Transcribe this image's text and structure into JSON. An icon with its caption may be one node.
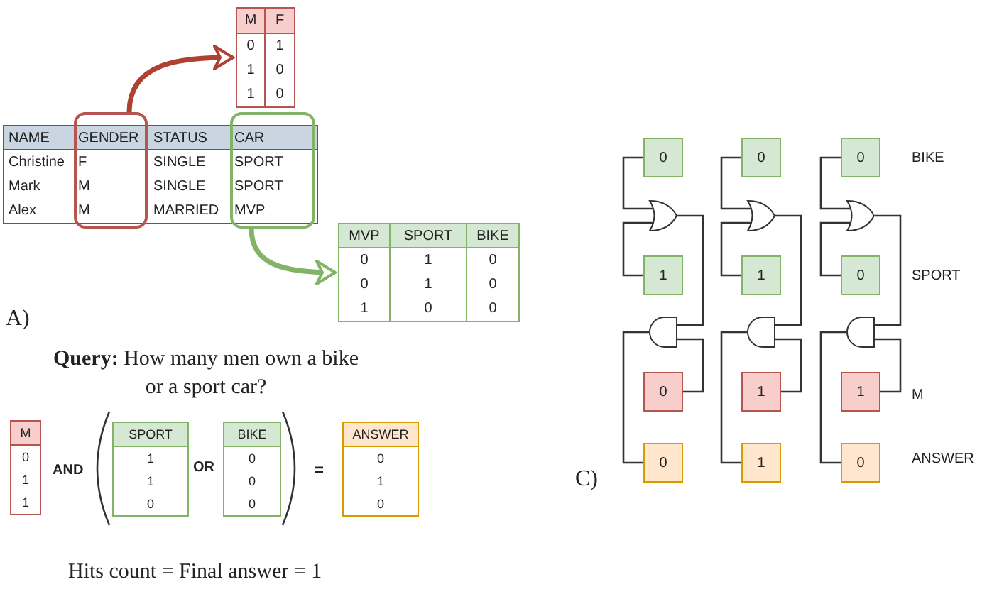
{
  "diagram": {
    "nodes": [
      {
        "text": [
          "M",
          "F",
          "0",
          "1",
          "1",
          "0",
          "1",
          "0"
        ]
      },
      {
        "text": [
          "NAME",
          "STATUS",
          "Christine",
          "SINGLE",
          "Mark",
          "SINGLE",
          "Alex",
          "MARRIED"
        ]
      },
      {
        "text": [
          "GENDER",
          "F",
          "M",
          "M"
        ]
      },
      {
        "text": [
          "CAR",
          "SPORT",
          "SPORT",
          "MVP"
        ]
      },
      {
        "text": [
          "MVP",
          "SPORT",
          "BIKE",
          "0",
          "1",
          "0",
          "0",
          "1",
          "0",
          "1",
          "0",
          "0"
        ]
      },
      {
        "text": [
          "M",
          "0",
          "1",
          "1"
        ]
      },
      {
        "text": [
          "SPORT",
          "1",
          "1",
          "0"
        ]
      },
      {
        "text": [
          "BIKE",
          "0",
          "0",
          "0"
        ]
      },
      {
        "text": [
          "ANSWER",
          "0",
          "1",
          "0"
        ]
      },
      {
        "text": [
          "0"
        ]
      },
      {
        "text": [],
        "shape": "or-gate"
      },
      {
        "text": [
          "1"
        ]
      },
      {
        "text": [],
        "shape": "and-gate"
      },
      {
        "text": [
          "0"
        ]
      },
      {
        "text": [
          "0"
        ]
      },
      {
        "text": [
          "0"
        ]
      },
      {
        "text": [],
        "shape": "or-gate"
      },
      {
        "text": [
          "1"
        ]
      },
      {
        "text": [],
        "shape": "and-gate"
      },
      {
        "text": [
          "1"
        ]
      },
      {
        "text": [
          "1"
        ]
      },
      {
        "text": [
          "0"
        ]
      },
      {
        "text": [],
        "shape": "or-gate"
      },
      {
        "text": [
          "0"
        ]
      },
      {
        "text": [],
        "shape": "and-gate"
      },
      {
        "text": [
          "1"
        ]
      },
      {
        "text": [
          "0"
        ]
      }
    ],
    "edges": [
      {
        "from": 2,
        "to": 0,
        "arrow": "to",
        "style": "thick",
        "color": "#ae4132"
      },
      {
        "from": 3,
        "to": 4,
        "arrow": "to",
        "style": "thick",
        "color": "#82b366"
      },
      {
        "from": 9,
        "to": 10,
        "arrow": "none"
      },
      {
        "from": 11,
        "to": 10,
        "arrow": "none"
      },
      {
        "from": 10,
        "to": 12,
        "arrow": "none"
      },
      {
        "from": 13,
        "to": 12,
        "arrow": "none"
      },
      {
        "from": 12,
        "to": 14,
        "arrow": "none"
      },
      {
        "from": 15,
        "to": 16,
        "arrow": "none"
      },
      {
        "from": 17,
        "to": 16,
        "arrow": "none"
      },
      {
        "from": 16,
        "to": 18,
        "arrow": "none"
      },
      {
        "from": 19,
        "to": 18,
        "arrow": "none"
      },
      {
        "from": 18,
        "to": 20,
        "arrow": "none"
      },
      {
        "from": 21,
        "to": 22,
        "arrow": "none"
      },
      {
        "from": 23,
        "to": 22,
        "arrow": "none"
      },
      {
        "from": 22,
        "to": 24,
        "arrow": "none"
      },
      {
        "from": 25,
        "to": 24,
        "arrow": "none"
      },
      {
        "from": 24,
        "to": 26,
        "arrow": "none"
      }
    ],
    "labels": [
      "A)",
      "**Query:** How many men own a bike or a sport car?",
      "AND",
      "OR",
      "=",
      "Hits count = Final answer = 1",
      "BIKE",
      "SPORT",
      "M",
      "ANSWER",
      "C)"
    ]
  }
}
